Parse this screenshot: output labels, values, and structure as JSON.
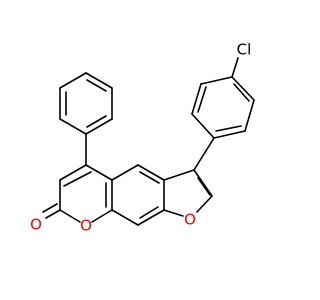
{
  "molecule": {
    "atoms": {
      "chlorine": {
        "symbol": "Cl",
        "color": "#000000"
      },
      "furan_oxygen": {
        "symbol": "O",
        "color": "#ff0000"
      },
      "pyranone_ring_oxygen": {
        "symbol": "O",
        "color": "#ff0000"
      },
      "carbonyl_oxygen": {
        "symbol": "O",
        "color": "#ff0000"
      }
    },
    "colors": {
      "bond": "#000000",
      "heteroatom_oxygen": "#ff0000",
      "background": "#ffffff"
    }
  }
}
